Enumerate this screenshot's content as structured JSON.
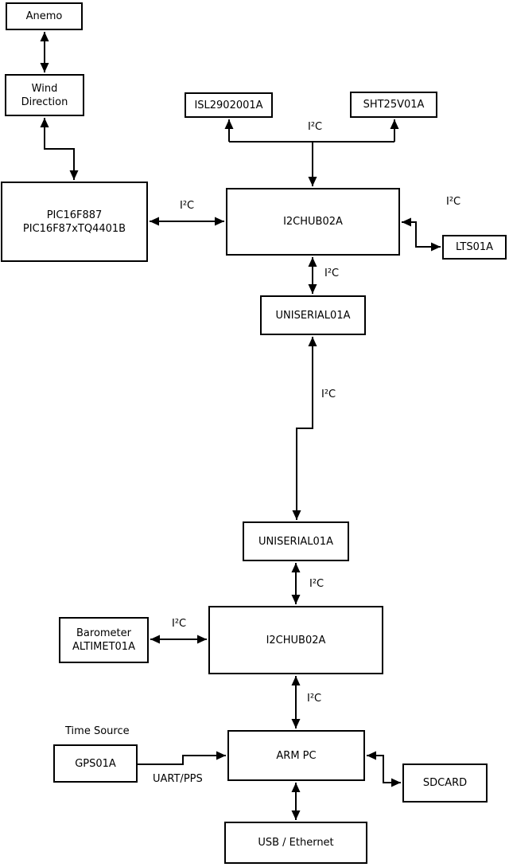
{
  "diagram": {
    "title_hint": "Weather station I2C block diagram",
    "colors": {
      "line": "#000000",
      "box_fill": "#ffffff",
      "background": "#ffffff"
    },
    "nodes": {
      "anemo": {
        "label": "Anemo"
      },
      "wind_direction": {
        "line1": "Wind",
        "line2": "Direction"
      },
      "pic": {
        "line1": "PIC16F887",
        "line2": "PIC16F87xTQ4401B"
      },
      "isl": {
        "label": "ISL2902001A"
      },
      "sht": {
        "label": "SHT25V01A"
      },
      "i2chub_top": {
        "label": "I2CHUB02A"
      },
      "lts": {
        "label": "LTS01A"
      },
      "uniserial_top": {
        "label": "UNISERIAL01A"
      },
      "uniserial_bottom": {
        "label": "UNISERIAL01A"
      },
      "i2chub_bottom": {
        "label": "I2CHUB02A"
      },
      "barometer": {
        "line1": "Barometer",
        "line2": "ALTIMET01A"
      },
      "gps": {
        "label": "GPS01A"
      },
      "arm_pc": {
        "label": "ARM PC"
      },
      "sdcard": {
        "label": "SDCARD"
      },
      "usb_ethernet": {
        "label": "USB / Ethernet"
      }
    },
    "edge_labels": {
      "i2c_bus_sensors": "I²C",
      "i2c_pic_hub": "I²C",
      "i2c_hub_lts": "I²C",
      "i2c_hub_uniserial": "I²C",
      "i2c_long_link": "I²C",
      "i2c_uniserial_hub2": "I²C",
      "i2c_barometer_hub2": "I²C",
      "i2c_hub2_armpc": "I²C",
      "time_source": "Time Source",
      "uart_pps": "UART/PPS"
    }
  }
}
